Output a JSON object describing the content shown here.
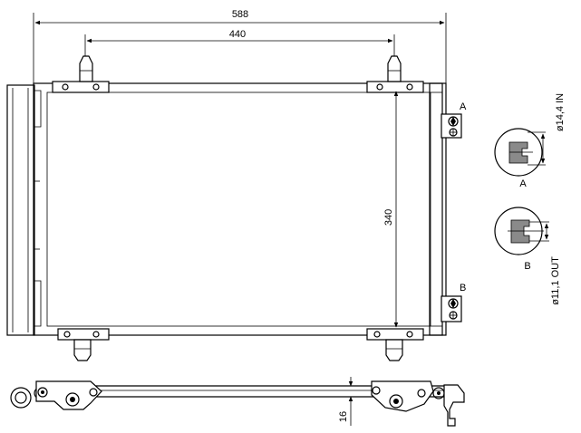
{
  "dimensions": {
    "overall_width": "588",
    "mount_spacing": "440",
    "core_height": "340",
    "thickness": "16"
  },
  "ports": {
    "inlet": {
      "marker": "A",
      "label": "ø14,4  IN"
    },
    "outlet": {
      "marker": "B",
      "label": "ø11,1  OUT"
    }
  },
  "icons": [
    "arrow-icon",
    "bolt-icon",
    "port-flange-icon"
  ]
}
